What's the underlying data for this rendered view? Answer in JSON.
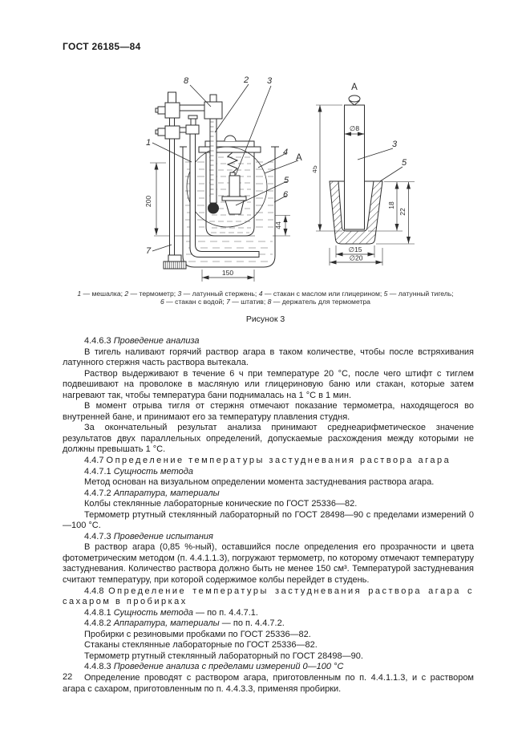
{
  "page": {
    "header": "ГОСТ 26185—84",
    "page_number": "22"
  },
  "figure": {
    "label": "Рисунок 3",
    "caption_lines": [
      [
        {
          "text": "1",
          "italic": true
        },
        {
          "text": " — мешалка; "
        },
        {
          "text": "2",
          "italic": true
        },
        {
          "text": " — термометр; "
        },
        {
          "text": "3",
          "italic": true
        },
        {
          "text": " — латунный стержень; "
        },
        {
          "text": "4",
          "italic": true
        },
        {
          "text": " — стакан с маслом или глицерином; "
        },
        {
          "text": "5",
          "italic": true
        },
        {
          "text": " — латунный тигель;"
        }
      ],
      [
        {
          "text": "6",
          "italic": true
        },
        {
          "text": " — стакан с водой; "
        },
        {
          "text": "7",
          "italic": true
        },
        {
          "text": " — штатив; "
        },
        {
          "text": "8",
          "italic": true
        },
        {
          "text": " — держатель для термометра"
        }
      ]
    ],
    "callouts_left": {
      "n1": "1",
      "n2": "2",
      "n3": "3",
      "n4": "4",
      "n5": "5",
      "n6": "6",
      "n7": "7",
      "n8": "8",
      "a": "A"
    },
    "dims_left": {
      "h200": "200",
      "h44": "44",
      "w150": "150"
    },
    "callouts_right": {
      "n3": "3",
      "n5": "5",
      "a": "A"
    },
    "dims_right": {
      "d8": "∅8",
      "h45": "45",
      "h18": "18",
      "h22": "22",
      "d15": "∅15",
      "d20": "∅20"
    }
  },
  "sections": [
    {
      "parts": [
        {
          "text": "4.4.6.3 "
        },
        {
          "text": "Проведение анализа",
          "italic": true
        }
      ]
    },
    {
      "parts": [
        {
          "text": "В тигель наливают горячий раствор агара в таком количестве, чтобы после встряхивания латунного стержня часть раствора вытекала."
        }
      ]
    },
    {
      "parts": [
        {
          "text": "Раствор выдерживают в течение 6 ч при температуре 20 °С, после чего штифт с тиглем подвешивают на проволоке в масляную или глицериновую баню или стакан, которые затем нагревают так, чтобы температура бани поднималась на 1 °С в 1 мин."
        }
      ]
    },
    {
      "parts": [
        {
          "text": "В момент отрыва тигля от стержня отмечают показание термометра, находящегося во внутренней бане, и принимают его за температуру плавления студня."
        }
      ]
    },
    {
      "parts": [
        {
          "text": "За окончательный результат анализа принимают среднеарифметическое значение результатов двух параллельных определений, допускаемые расхождения между которыми не должны превышать 1 °С."
        }
      ]
    },
    {
      "parts": [
        {
          "text": "4.4.7 "
        },
        {
          "text": "Определение температуры застудневания раствора агара",
          "spaced": true
        }
      ]
    },
    {
      "parts": [
        {
          "text": "4.4.7.1 "
        },
        {
          "text": "Сущность метода",
          "italic": true
        }
      ]
    },
    {
      "parts": [
        {
          "text": "Метод основан на визуальном определении момента застудневания раствора агара."
        }
      ]
    },
    {
      "parts": [
        {
          "text": "4.4.7.2 "
        },
        {
          "text": "Аппаратура, материалы",
          "italic": true
        }
      ]
    },
    {
      "parts": [
        {
          "text": "Колбы стеклянные лабораторные конические по ГОСТ 25336—82."
        }
      ]
    },
    {
      "parts": [
        {
          "text": "Термометр ртутный стеклянный лабораторный по ГОСТ 28498—90 с пределами измерений 0—100 °С."
        }
      ]
    },
    {
      "parts": [
        {
          "text": "4.4.7.3 "
        },
        {
          "text": "Проведение испытания",
          "italic": true
        }
      ]
    },
    {
      "parts": [
        {
          "text": "В раствор агара (0,85 %-ный), оставшийся после определения его прозрачности и цвета фотометрическим методом (п. 4.4.1.1.3), погружают термометр, по которому отмечают температуру застудневания. Количество раствора должно быть не менее 150 см³. Температурой застудневания считают температуру, при которой содержимое колбы перейдет в студень."
        }
      ]
    },
    {
      "parts": [
        {
          "text": "4.4.8 "
        },
        {
          "text": "Определение температуры застудневания раствора агара с сахаром в пробирках",
          "spaced": true
        }
      ]
    },
    {
      "parts": [
        {
          "text": "4.4.8.1 "
        },
        {
          "text": "Сущность метода",
          "italic": true
        },
        {
          "text": " — по п. 4.4.7.1."
        }
      ]
    },
    {
      "parts": [
        {
          "text": "4.4.8.2 "
        },
        {
          "text": "Аппаратура, материалы",
          "italic": true
        },
        {
          "text": " — по п. 4.4.7.2."
        }
      ]
    },
    {
      "parts": [
        {
          "text": "Пробирки с резиновыми пробками по ГОСТ 25336—82."
        }
      ]
    },
    {
      "parts": [
        {
          "text": "Стаканы стеклянные лабораторные по ГОСТ 25336—82."
        }
      ]
    },
    {
      "parts": [
        {
          "text": "Термометр ртутный стеклянный лабораторный по ГОСТ 28498—90."
        }
      ]
    },
    {
      "parts": [
        {
          "text": "4.4.8.3 "
        },
        {
          "text": "Проведение анализа с пределами измерений 0—100 °С",
          "italic": true
        }
      ]
    },
    {
      "parts": [
        {
          "text": "Определение проводят с раствором агара, приготовленным по п. 4.4.1.1.3, и с раствором агара с сахаром, приготовленным по п. 4.4.3.3, применяя пробирки."
        }
      ]
    }
  ]
}
